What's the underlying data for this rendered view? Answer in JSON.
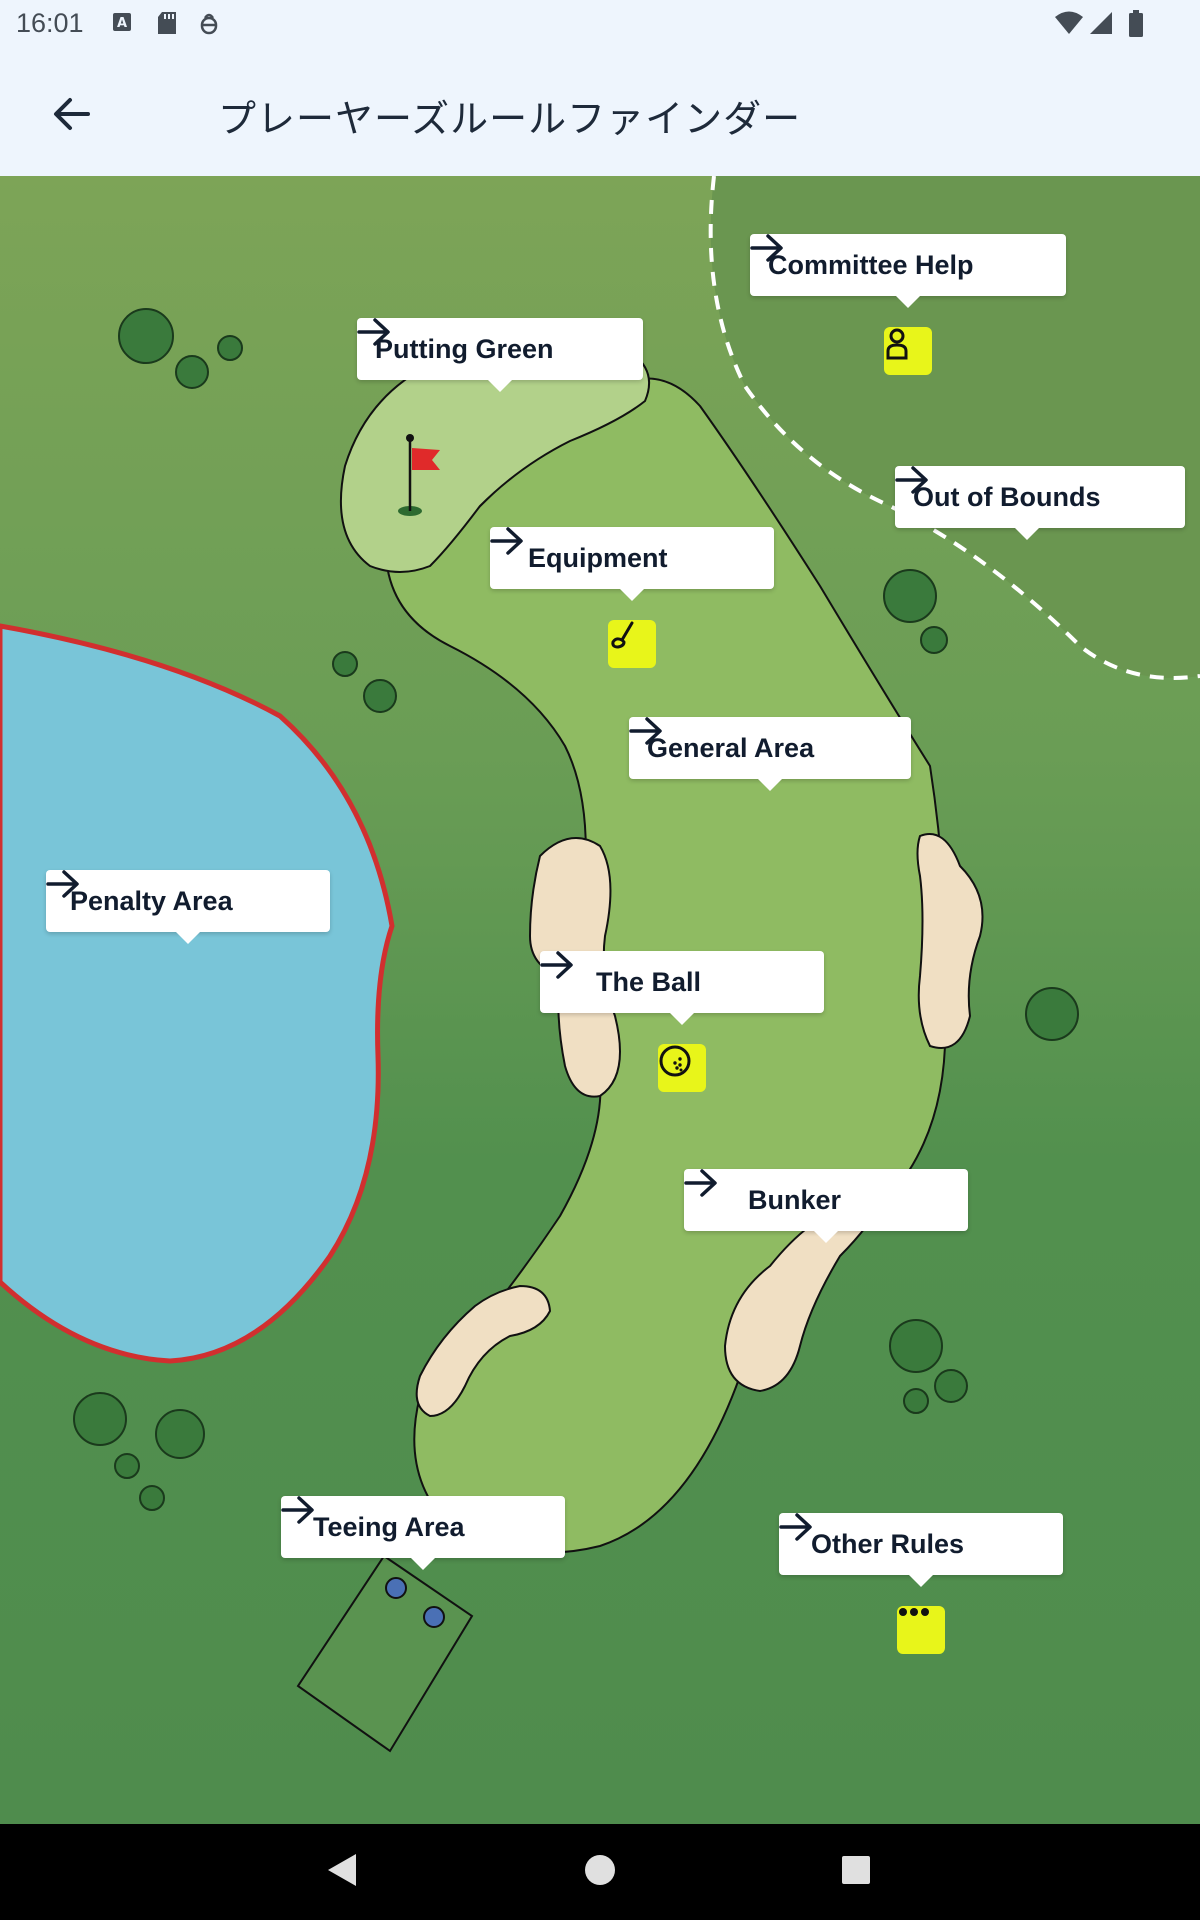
{
  "status_bar": {
    "time": "16:01",
    "left_icons": [
      "keyboard-a-icon",
      "sd-card-icon",
      "debug-icon"
    ],
    "right_icons": [
      "wifi-icon",
      "cell-signal-icon",
      "battery-icon"
    ]
  },
  "app_bar": {
    "title": "プレーヤーズルールファインダー",
    "back_icon": "arrow-left-icon"
  },
  "map": {
    "colors": {
      "rough": "#5a9350",
      "fairway": "#8fbb62",
      "green": "#b2d18a",
      "water": "#79c5d8",
      "penalty_line": "#d12f2f",
      "sand": "#f0dfc3",
      "trees": "#3a7a3c",
      "marker_bg": "#e8f51a",
      "flag": "#e02a2a"
    },
    "callouts": {
      "committee_help": "Committee Help",
      "putting_green": "Putting Green",
      "out_of_bounds": "Out of Bounds",
      "equipment": "Equipment",
      "general_area": "General Area",
      "penalty_area": "Penalty Area",
      "the_ball": "The Ball",
      "bunker": "Bunker",
      "teeing_area": "Teeing Area",
      "other_rules": "Other Rules"
    },
    "markers": {
      "committee_help": "person-icon",
      "equipment": "golf-club-icon",
      "the_ball": "golf-ball-icon",
      "other_rules": "more-dots-icon"
    }
  },
  "nav_bar": {
    "back": "nav-back-icon",
    "home": "nav-home-icon",
    "recents": "nav-recents-icon"
  }
}
